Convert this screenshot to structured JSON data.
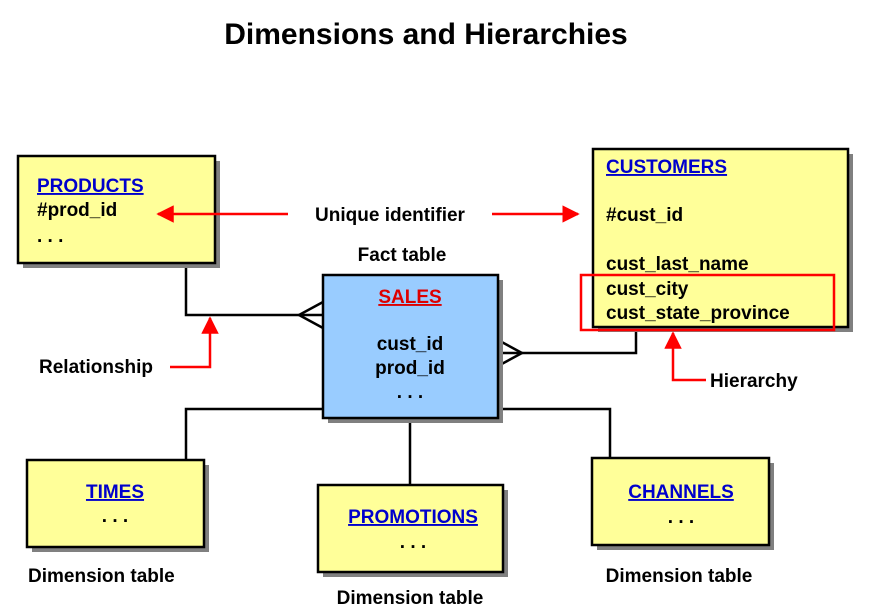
{
  "title": "Dimensions and Hierarchies",
  "entities": {
    "products": {
      "name": "PRODUCTS",
      "line1": "#prod_id",
      "line2": ". . ."
    },
    "customers": {
      "name": "CUSTOMERS",
      "line1": "#cust_id",
      "line2": "cust_last_name",
      "line3": "cust_city",
      "line4": "cust_state_province"
    },
    "sales": {
      "name": "SALES",
      "line1": "cust_id",
      "line2": "prod_id",
      "line3": ". . ."
    },
    "times": {
      "name": "TIMES",
      "line1": ". . ."
    },
    "promotions": {
      "name": "PROMOTIONS",
      "line1": ". . ."
    },
    "channels": {
      "name": "CHANNELS",
      "line1": ". . ."
    }
  },
  "labels": {
    "unique_identifier": "Unique identifier",
    "fact_table": "Fact table",
    "relationship": "Relationship",
    "hierarchy": "Hierarchy",
    "dimension_table_left": "Dimension table",
    "dimension_table_middle": "Dimension table",
    "dimension_table_right": "Dimension table"
  },
  "colors": {
    "dimension_fill": "#ffff99",
    "fact_fill": "#99ccff",
    "link_text": "#0000cc",
    "fact_name_text": "#dd0000",
    "annotation": "#ff0000"
  }
}
